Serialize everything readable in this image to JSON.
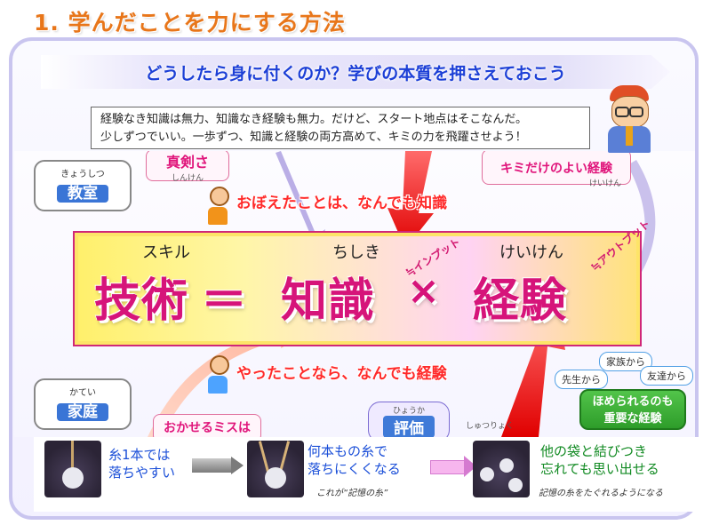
{
  "page_title": "1. 学んだことを力にする方法",
  "banner": "どうしたら身に付くのか？学びの本質を押さえておこう",
  "info_box": {
    "line1": "経験なき知識は無力、知識なき経験も無力。だけど、スタート地点はそこなんだ。",
    "line2": "少しずつでいい。一歩ずつ、知識と経験の両方高めて、キミの力を飛躍させよう！"
  },
  "rooms": {
    "classroom": {
      "ruby": "きょうしつ",
      "label": "教室"
    },
    "home": {
      "ruby": "かてい",
      "label": "家庭"
    }
  },
  "cutoff_labels": {
    "top_left": "真剣さ",
    "top_left_ruby": "しんけん",
    "top_right": "キミだけのよい経験",
    "top_right_ruby": "けいけん",
    "bottom_left": "おかせるミスは",
    "bottom_mid": "評価",
    "bottom_mid_ruby": "ひょうか",
    "bottom_mid2_ruby": "しゅつりょく"
  },
  "captions": {
    "knowledge": "おぼえたことは、なんでも知識",
    "experience": "やったことなら、なんでも経験"
  },
  "formula": {
    "skill": "技術",
    "skill_ruby": "スキル",
    "equals": "＝",
    "knowledge": "知識",
    "knowledge_ruby": "ちしき",
    "times": "×",
    "experience": "経験",
    "experience_ruby": "けいけん"
  },
  "side_notes": {
    "input": "≒インプット",
    "output": "≒アウトプット"
  },
  "bubbles": {
    "teacher": "先生から",
    "family": "家族から",
    "friends": "友達から"
  },
  "praise_box": {
    "line1": "ほめられるのも",
    "line2": "重要な経験"
  },
  "steps": [
    {
      "line1": "糸1本では",
      "line2": "落ちやすい",
      "note": ""
    },
    {
      "line1": "何本もの糸で",
      "line2": "落ちにくくなる",
      "note": "これが“記憶の糸”"
    },
    {
      "line1": "他の袋と結びつき",
      "line2": "忘れても思い出せる",
      "note": "記憶の糸をたぐれるようになる"
    }
  ],
  "colors": {
    "title": "#e8761a",
    "banner_text": "#1c3fd6",
    "formula_text": "#d6147a",
    "caption_red": "#ff2a2a",
    "step_blue": "#1b4fd8",
    "step_green": "#118a22"
  }
}
